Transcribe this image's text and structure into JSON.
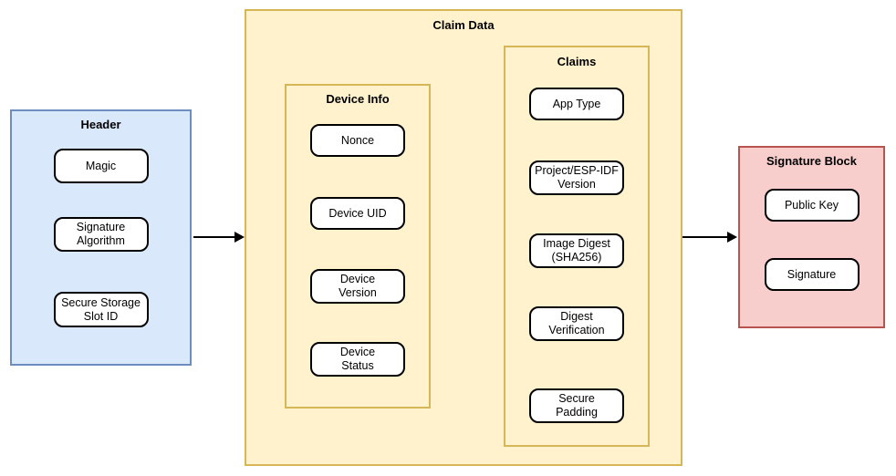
{
  "colors": {
    "header_fill": "#dae8fc",
    "header_border": "#6c8ebf",
    "claim_fill": "#fff2cc",
    "claim_border": "#d6b656",
    "signature_fill": "#f8cecc",
    "signature_border": "#b85450",
    "node_fill": "#ffffff",
    "node_border": "#000000",
    "arrow": "#000000"
  },
  "header": {
    "title": "Header",
    "items": [
      "Magic",
      "Signature\nAlgorithm",
      "Secure Storage\nSlot ID"
    ]
  },
  "claim_data": {
    "title": "Claim Data",
    "device_info": {
      "title": "Device Info",
      "items": [
        "Nonce",
        "Device UID",
        "Device\nVersion",
        "Device\nStatus"
      ]
    },
    "claims": {
      "title": "Claims",
      "items": [
        "App Type",
        "Project/ESP-IDF\nVersion",
        "Image Digest\n(SHA256)",
        "Digest\nVerification",
        "Secure\nPadding"
      ]
    }
  },
  "signature_block": {
    "title": "Signature Block",
    "items": [
      "Public Key",
      "Signature"
    ]
  }
}
